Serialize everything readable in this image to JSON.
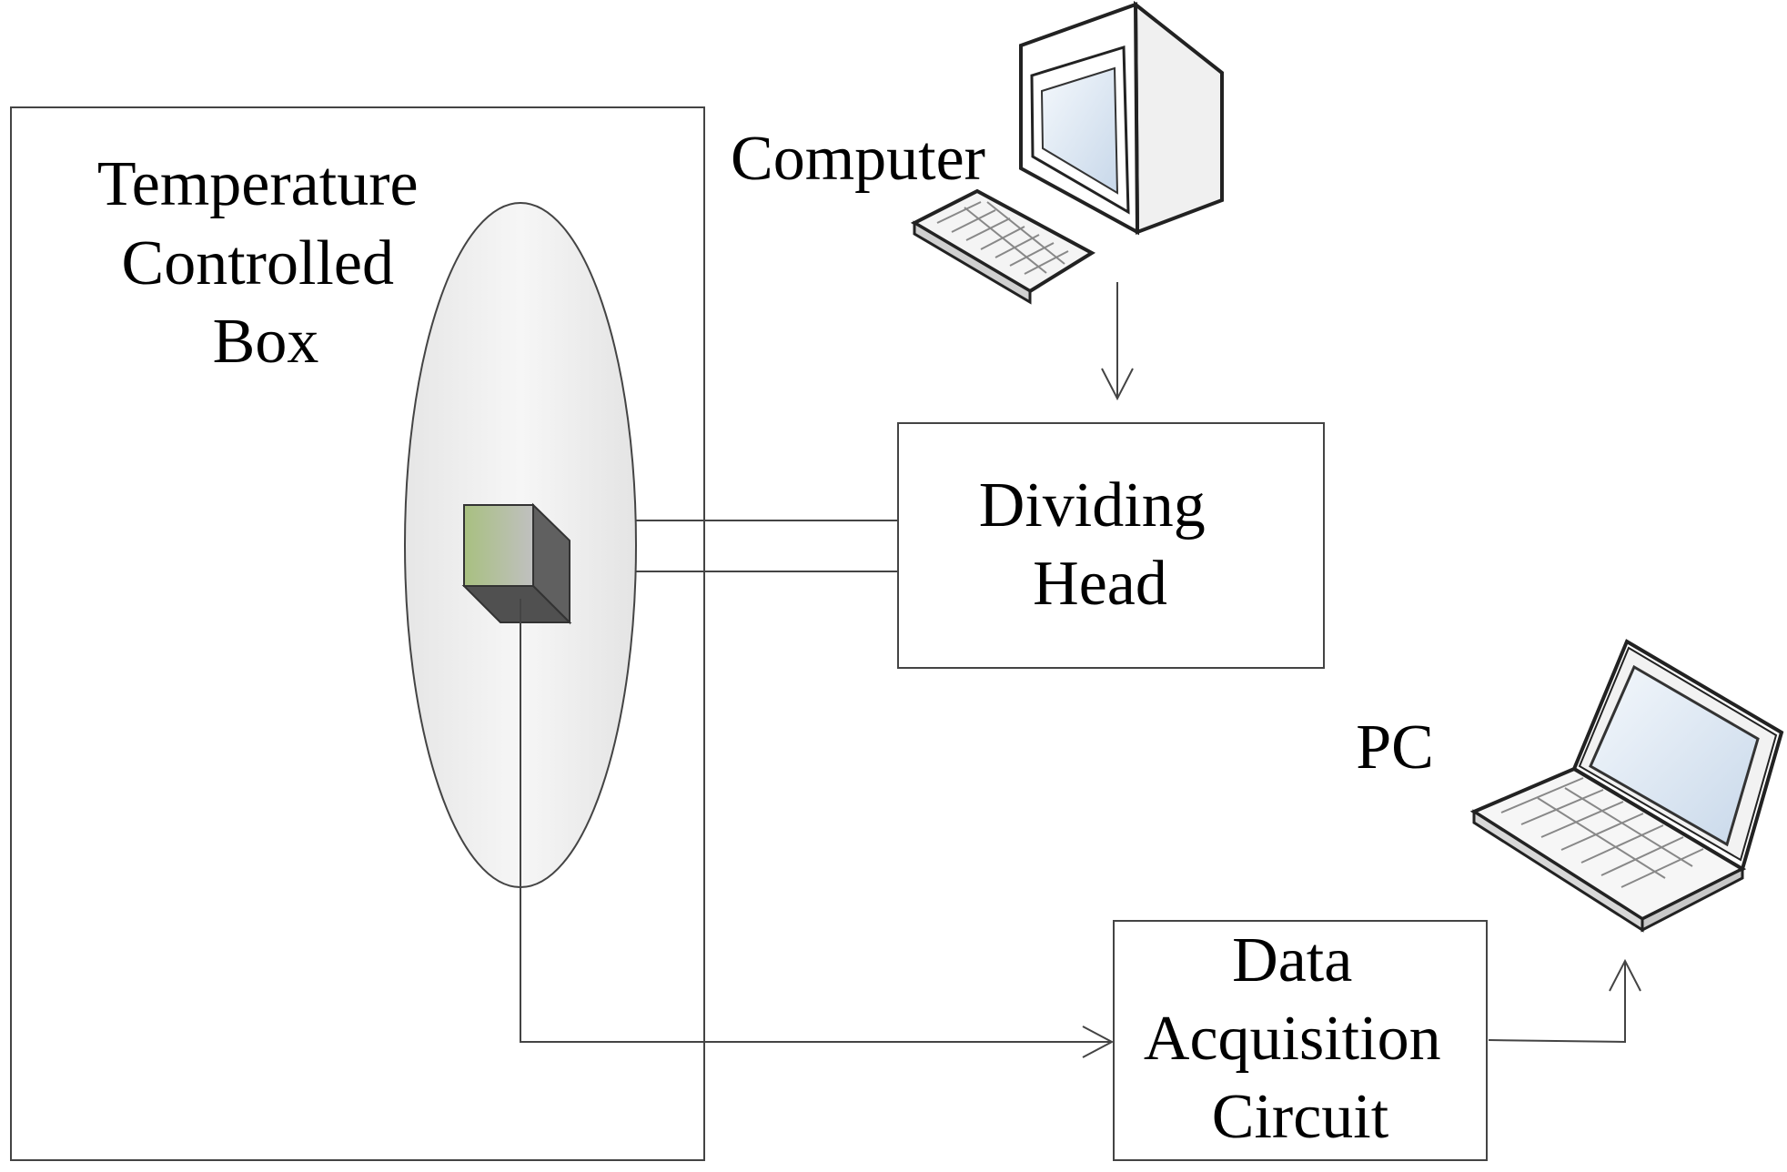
{
  "labels": {
    "temperature_box": [
      "Temperature",
      "Controlled",
      "Box"
    ],
    "computer": "Computer",
    "dividing_head": [
      "Dividing",
      "Head"
    ],
    "pc": "PC",
    "data_acquisition": [
      "Data",
      "Acquisition",
      "Circuit"
    ]
  },
  "icons": {
    "computer": "desktop-computer-icon",
    "pc": "laptop-icon",
    "sensor": "cube-sensor-icon"
  },
  "colors": {
    "stroke": "#333333",
    "ellipse_fill": "#f0f0f0",
    "cube_front_left": "#a8c080",
    "cube_front_right": "#c0c0c0",
    "cube_side": "#606060",
    "screen": "#dde8f4"
  }
}
